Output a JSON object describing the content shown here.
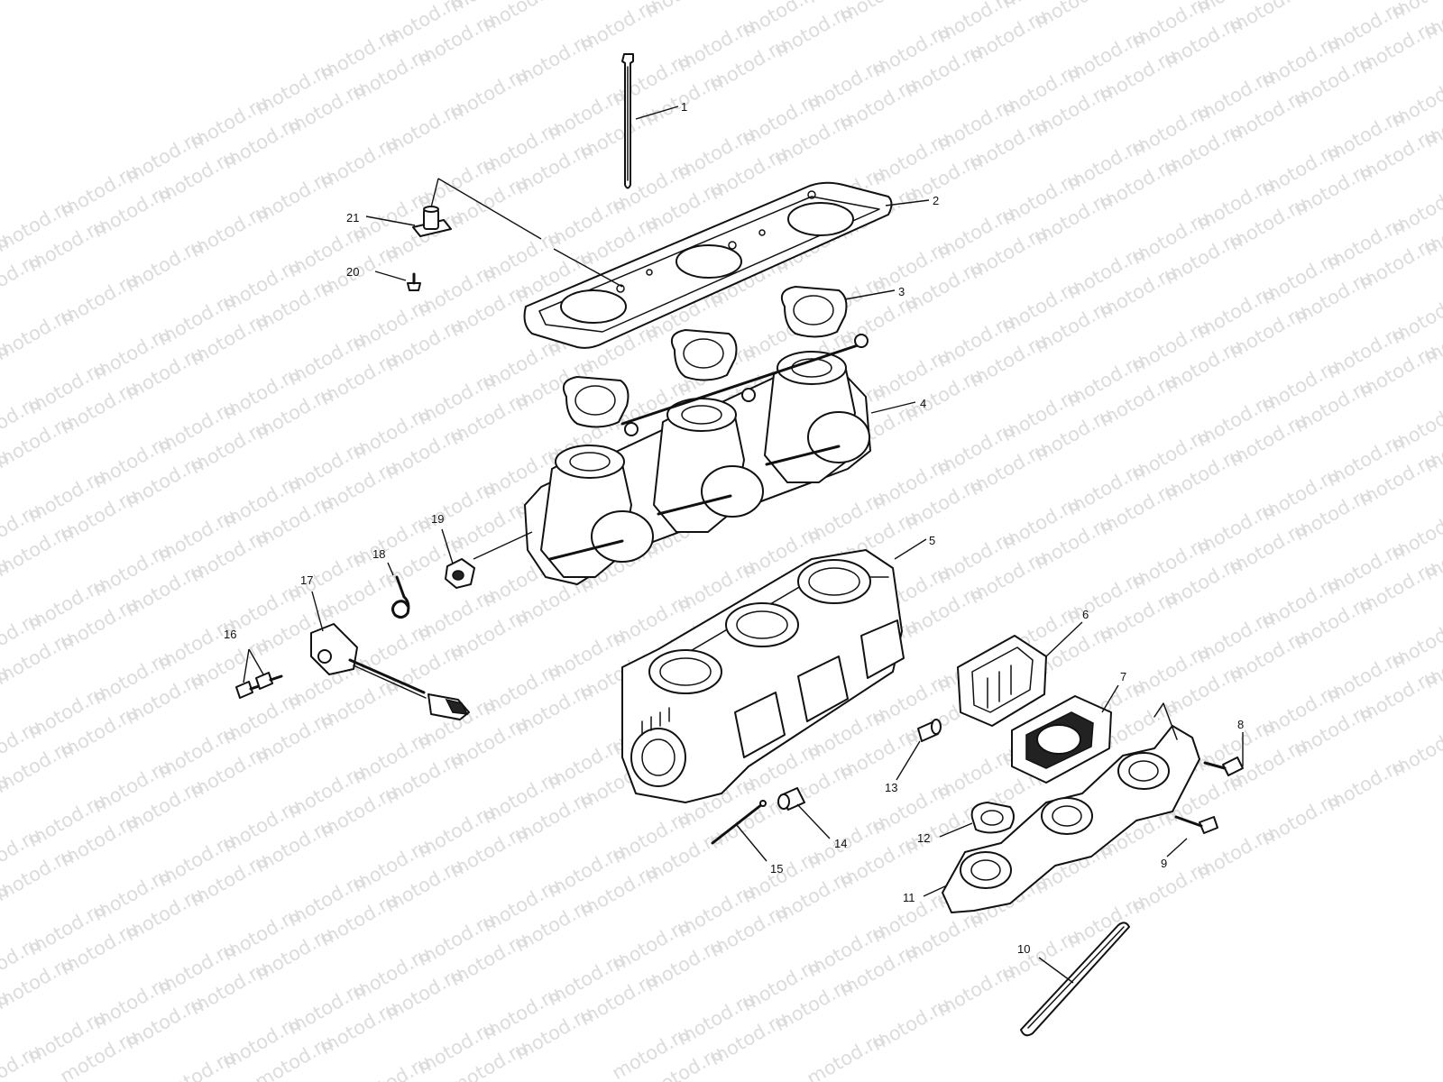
{
  "watermark": {
    "text": "motod.ru"
  },
  "colors": {
    "line": "#111111",
    "paper": "#ffffff",
    "watermark": "#dcdcdc"
  },
  "callouts": {
    "c1": "1",
    "c2": "2",
    "c3": "3",
    "c4": "4",
    "c5": "5",
    "c6": "6",
    "c7": "7",
    "c8": "8",
    "c9": "9",
    "c10": "10",
    "c11": "11",
    "c12": "12",
    "c13": "13",
    "c14": "14",
    "c15": "15",
    "c16": "16",
    "c17": "17",
    "c18": "18",
    "c19": "19",
    "c20": "20",
    "c21": "21"
  }
}
